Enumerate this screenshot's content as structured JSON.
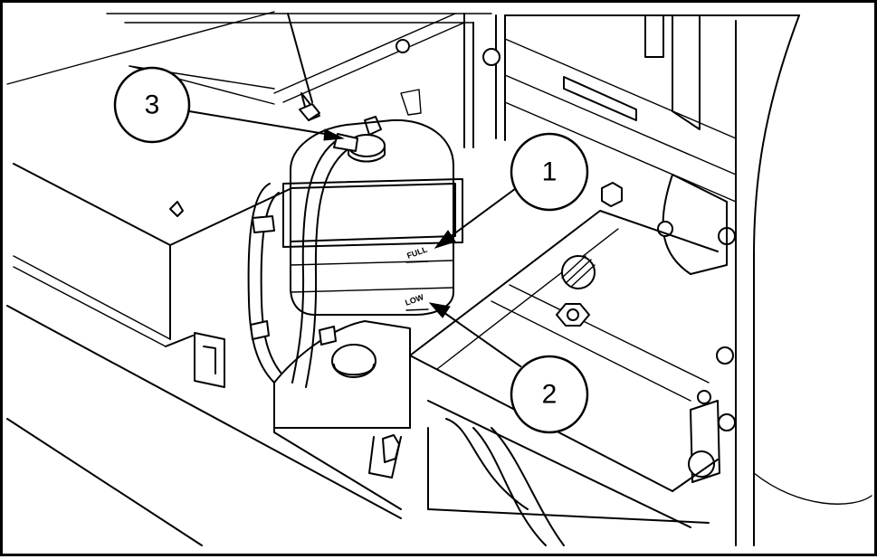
{
  "callouts": [
    {
      "id": "1",
      "label": "1"
    },
    {
      "id": "2",
      "label": "2"
    },
    {
      "id": "3",
      "label": "3"
    }
  ],
  "tank_marks": {
    "full": "FULL",
    "low": "LOW"
  }
}
